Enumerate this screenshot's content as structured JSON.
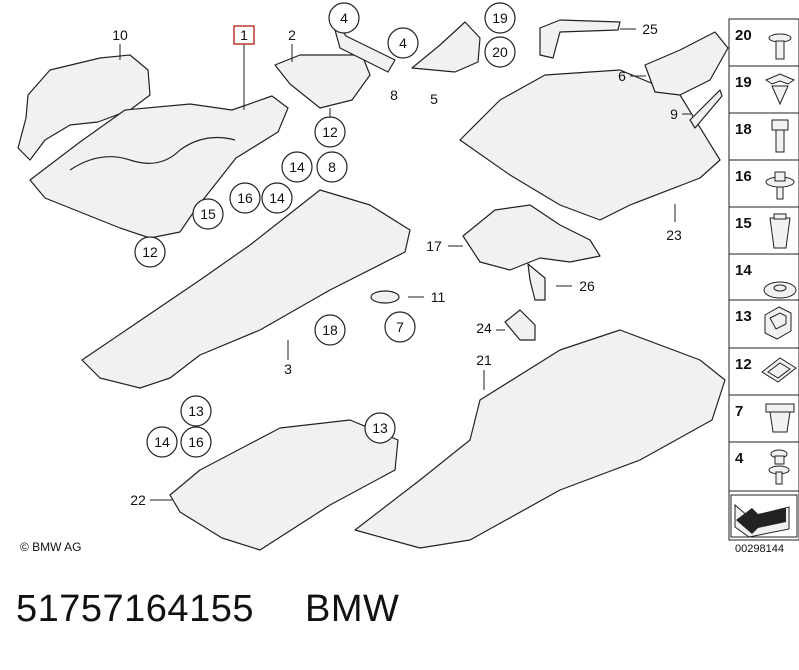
{
  "callouts": {
    "c1": "1",
    "c2": "2",
    "c3": "3",
    "c4a": "4",
    "c4b": "4",
    "c5": "5",
    "c6": "6",
    "c7": "7",
    "c8a": "8",
    "c8b": "8",
    "c9": "9",
    "c10": "10",
    "c11": "11",
    "c12a": "12",
    "c12b": "12",
    "c13a": "13",
    "c13b": "13",
    "c14a": "14",
    "c14b": "14",
    "c14c": "14",
    "c15": "15",
    "c16a": "16",
    "c16b": "16",
    "c17": "17",
    "c18": "18",
    "c19": "19",
    "c20": "20",
    "c21": "21",
    "c22": "22",
    "c23": "23",
    "c24": "24",
    "c25": "25",
    "c26": "26"
  },
  "sidebar": [
    "20",
    "19",
    "18",
    "16",
    "15",
    "14",
    "13",
    "12",
    "7",
    "4"
  ],
  "copyright": "© BMW AG",
  "figure_id": "00298144",
  "part_number": "51757164155",
  "brand": "BMW",
  "colors": {
    "highlight_box": "#c0392b",
    "part_fill": "#f1f1f1",
    "line": "#222222",
    "bg": "#ffffff"
  }
}
